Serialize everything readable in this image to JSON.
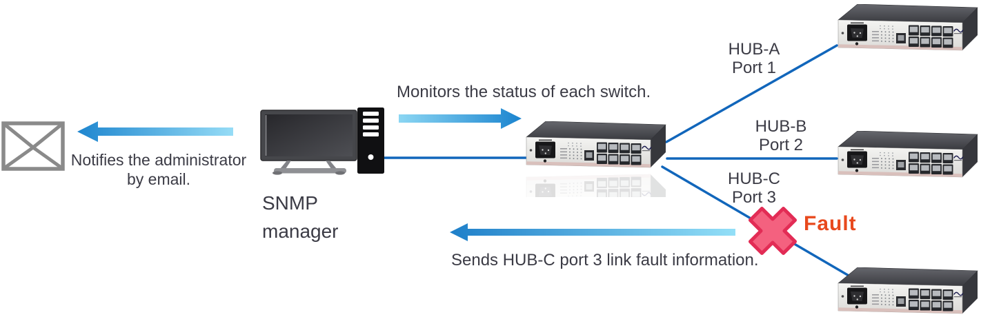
{
  "labels": {
    "email_line1": "Notifies the administrator",
    "email_line2": "by email.",
    "snmp_line1": "SNMP",
    "snmp_line2": "manager",
    "monitor_note": "Monitors the status of each switch.",
    "fault_note": "Sends HUB-C port 3 link fault information.",
    "fault": "Fault"
  },
  "hubs": [
    {
      "name": "HUB-A",
      "port": "Port 1"
    },
    {
      "name": "HUB-B",
      "port": "Port 2"
    },
    {
      "name": "HUB-C",
      "port": "Port 3"
    }
  ],
  "icons": {
    "email": "envelope-icon",
    "manager": "monitor-and-tower-icon",
    "switch": "network-switch-icon",
    "fault": "x-cross-icon",
    "flow_left": "arrow-left-icon",
    "flow_right": "arrow-right-icon"
  },
  "colors": {
    "line_blue": "#1166bb",
    "arrow_blue_dark": "#1e86cf",
    "arrow_blue_light": "#96dcf6",
    "text_dark": "#3b3b45",
    "fault_red": "#e8491d",
    "x_mark_fill": "#f4617f",
    "x_mark_border": "#e22c55",
    "envelope_gray": "#8a8a8a"
  }
}
